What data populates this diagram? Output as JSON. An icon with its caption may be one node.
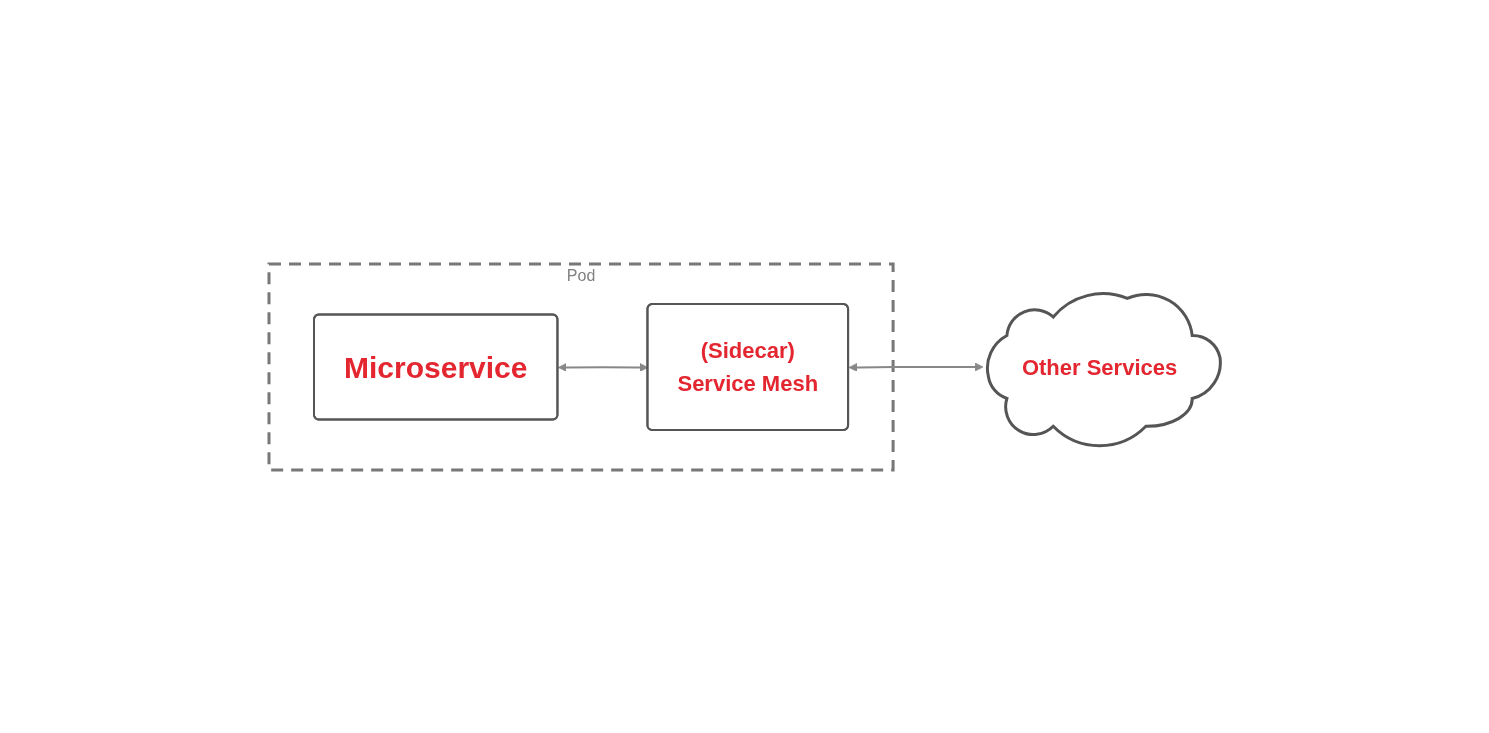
{
  "diagram": {
    "nodes": [
      {
        "text": [
          "Pod"
        ]
      },
      {
        "text": [
          "Microservice"
        ],
        "in": 0
      },
      {
        "text": [
          "(Sidecar)",
          "Service Mesh"
        ],
        "in": 0
      },
      {
        "text": [
          "Other Services"
        ]
      }
    ],
    "edges": [
      {
        "from": 1,
        "to": 2,
        "arrow": "both"
      },
      {
        "from": 2,
        "to": 3,
        "arrow": "both"
      }
    ]
  }
}
